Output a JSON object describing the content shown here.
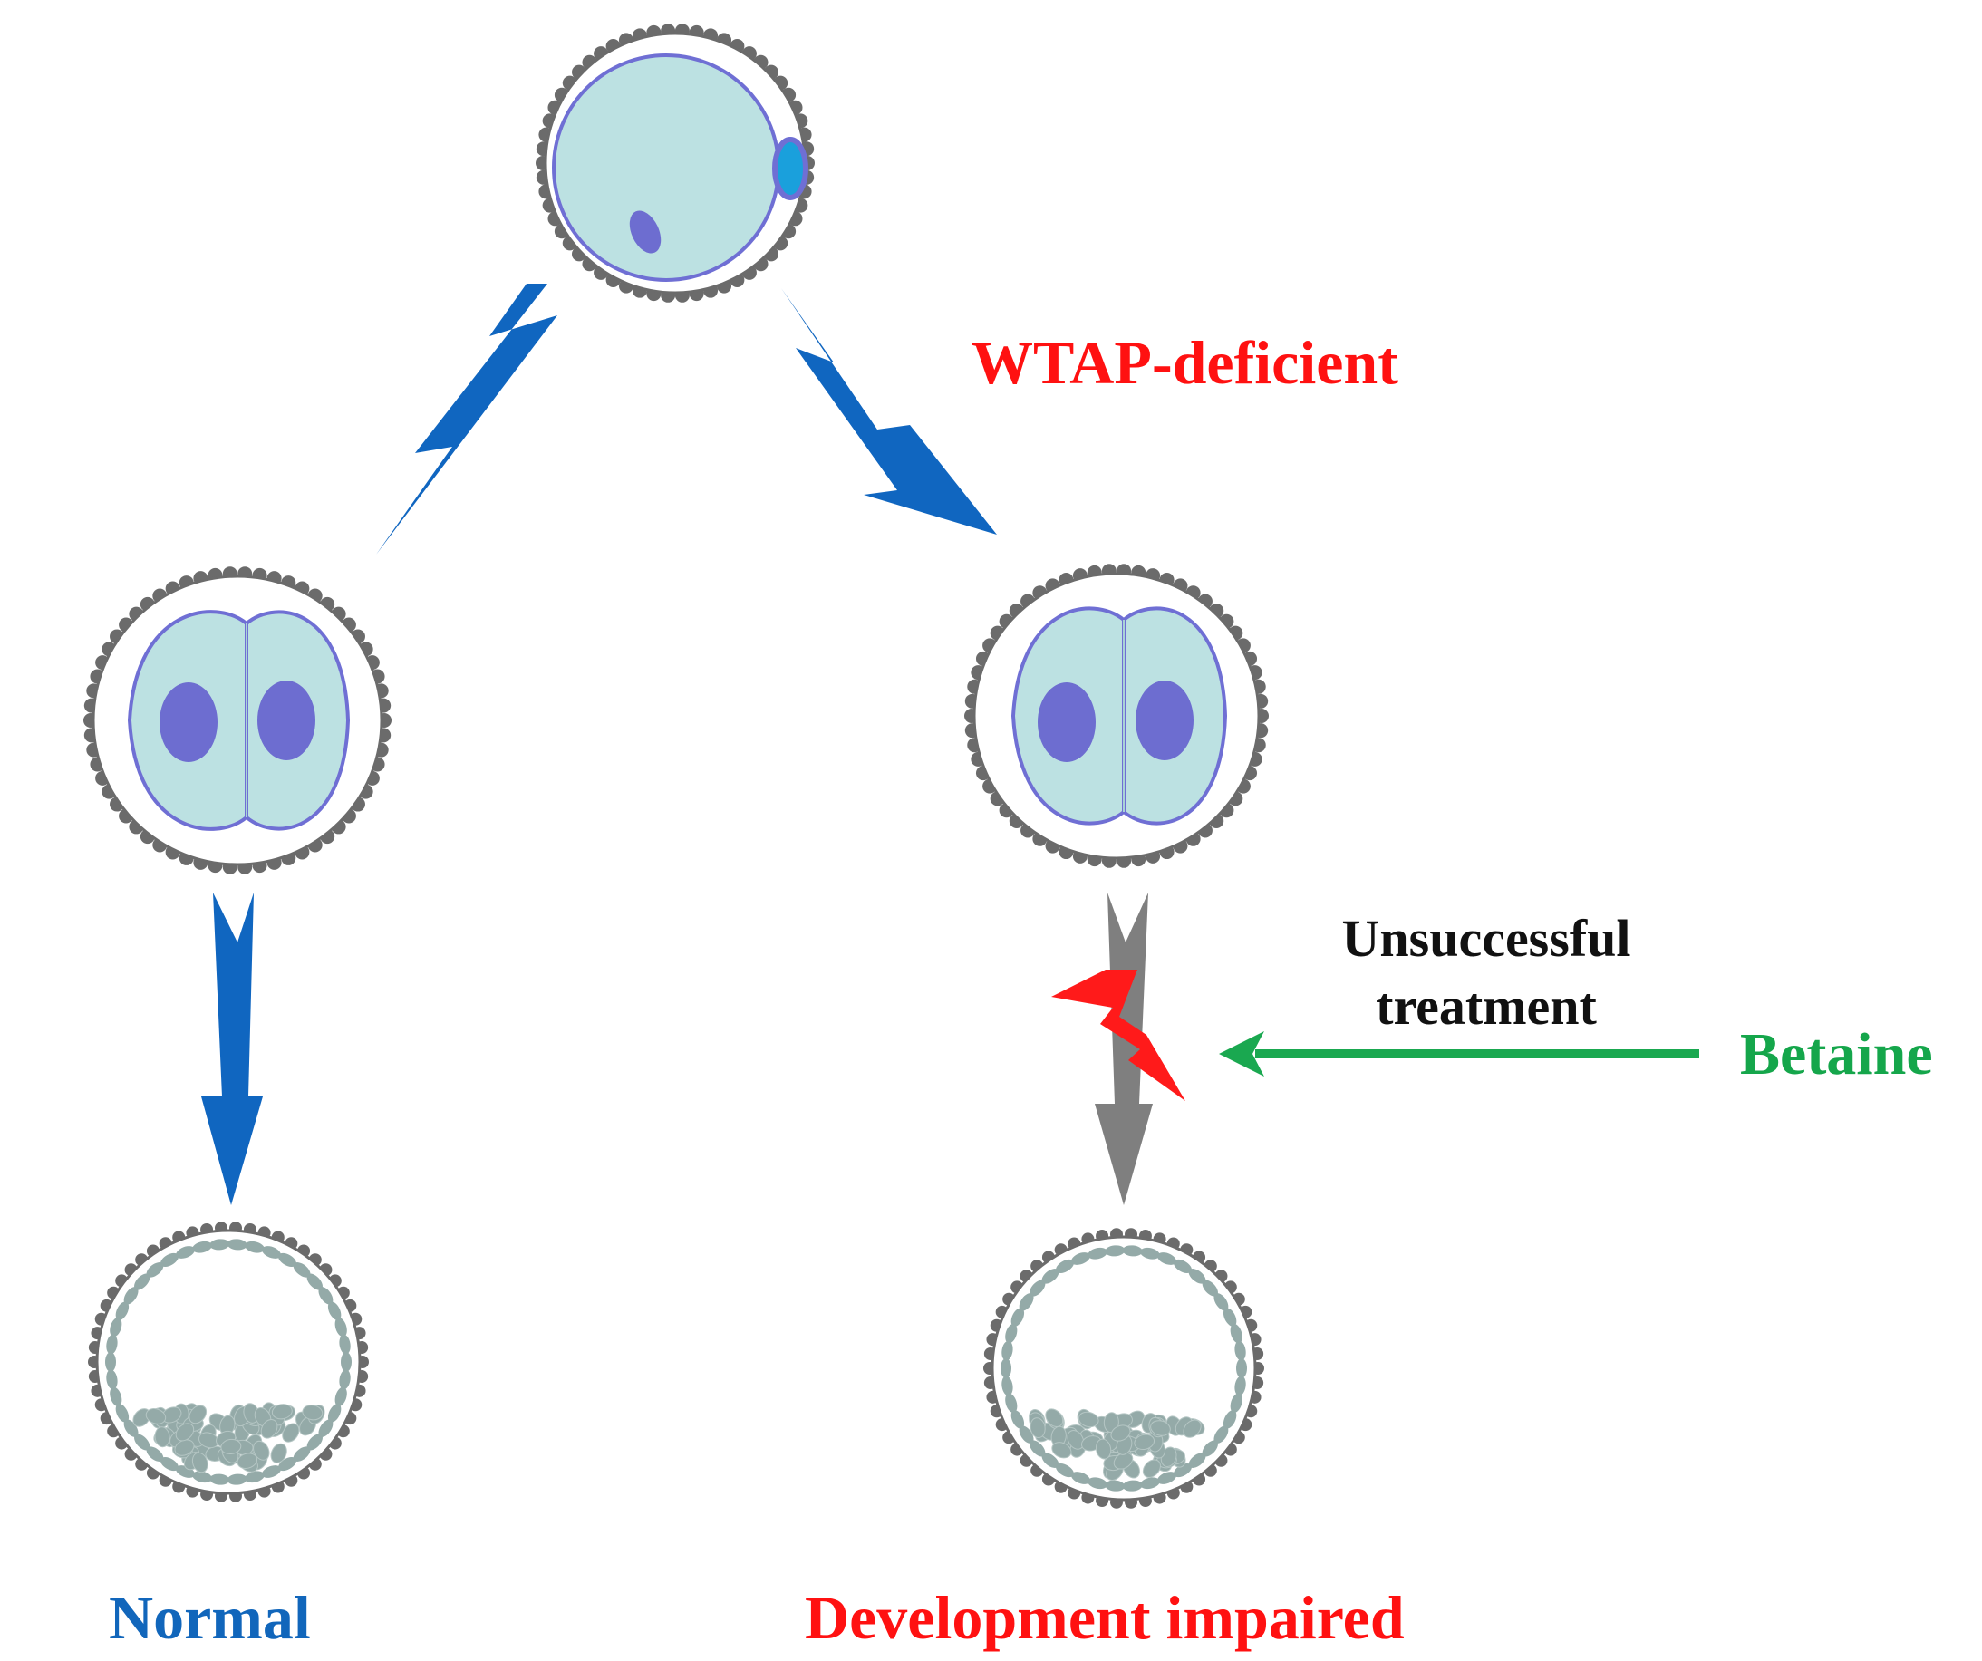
{
  "labels": {
    "wtap_deficient": "WTAP-deficient",
    "unsuccessful_line1": "Unsuccessful",
    "unsuccessful_line2": "treatment",
    "betaine": "Betaine",
    "normal": "Normal",
    "development_impaired": "Development impaired"
  },
  "colors": {
    "flow_arrow": "#1066c0",
    "blocked_arrow": "#7f7f7f",
    "treatment_arrow": "#1aa850",
    "lightning": "#ff1a1a",
    "cytoplasm": "#bce1e2",
    "membrane": "#6f6fd4",
    "nucleus": "#6d6dd0",
    "polar_body": "#1aa0dc",
    "zona_bumps": "#6b6b6b",
    "blastocyst_cells": "#94aaa8",
    "label_wtap": "#ff1111",
    "label_normal": "#1166bb",
    "label_impaired": "#ff1111",
    "label_betaine": "#15a64b",
    "label_treatment": "#111111"
  }
}
